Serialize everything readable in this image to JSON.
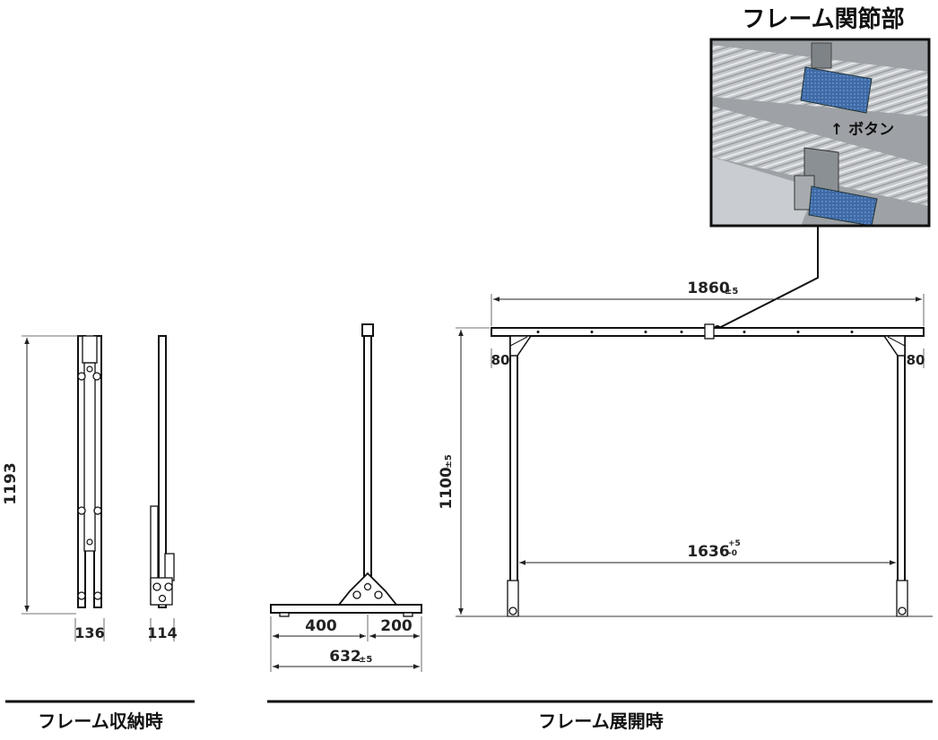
{
  "detail": {
    "title": "フレーム関節部",
    "button_label": "↑ ボタン",
    "colors": {
      "aluminum": "#b9bcc0",
      "button_blue": "#3f6aa6",
      "border": "#111111"
    }
  },
  "folded": {
    "caption": "フレーム収納時",
    "height_label": "1193",
    "width_front_label": "136",
    "width_side_label": "114"
  },
  "expanded": {
    "caption": "フレーム展開時",
    "top_width": "1860",
    "top_width_tol": "±5",
    "height": "1100",
    "height_tol": "±5",
    "inner_width": "1636",
    "inner_tol_upper": "+5",
    "inner_tol_lower": "-0",
    "corner_left": "80",
    "corner_right": "80",
    "base_front": "400",
    "base_back": "200",
    "base_total": "632",
    "base_total_tol": "±5"
  }
}
